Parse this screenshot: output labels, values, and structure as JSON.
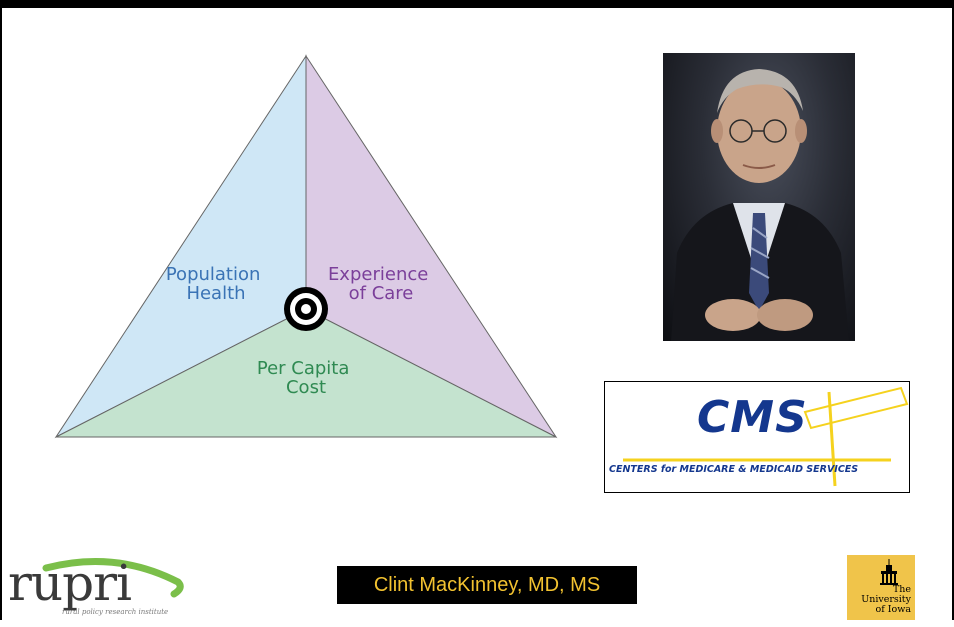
{
  "diagram": {
    "segments": [
      {
        "id": "population",
        "lines": [
          "Population",
          "Health"
        ],
        "fill": "#cfe7f6",
        "text_color": "#3a73b5"
      },
      {
        "id": "experience",
        "lines": [
          "Experience",
          "of Care"
        ],
        "fill": "#dccbe5",
        "text_color": "#7b3f9a"
      },
      {
        "id": "cost",
        "lines": [
          "Per Capita",
          "Cost"
        ],
        "fill": "#c4e3cf",
        "text_color": "#2f8a52"
      }
    ],
    "edge_color": "#666666"
  },
  "logos": {
    "cms": {
      "main": "CMS",
      "subtitle": "CENTERS for MEDICARE & MEDICAID SERVICES",
      "color": "#14378e",
      "accent": "#f5d21e"
    },
    "rupri": {
      "word": "rupri",
      "tagline": "rural policy research institute",
      "arc_color": "#7bbf4a"
    },
    "uiowa": {
      "lines": [
        "The",
        "University",
        "of Iowa"
      ],
      "bg": "#f0c44a"
    }
  },
  "presenter": "Clint MacKinney, MD, MS"
}
